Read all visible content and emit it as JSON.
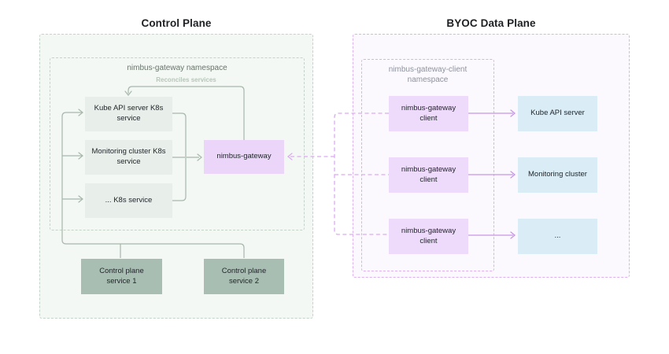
{
  "titles": {
    "control_plane": "Control Plane",
    "byoc_data_plane": "BYOC Data Plane"
  },
  "control_plane": {
    "namespace_label": "nimbus-gateway namespace",
    "reconciles_label": "Reconciles services",
    "nodes": {
      "kube_api_service": "Kube API server K8s\nservice",
      "monitoring_service": "Monitoring cluster K8s\nservice",
      "other_service": "... K8s service",
      "nimbus_gateway": "nimbus-gateway",
      "cp_service_1": "Control plane\nservice 1",
      "cp_service_2": "Control plane\nservice 2"
    }
  },
  "byoc_data_plane": {
    "namespace_label": "nimbus-gateway-client\nnamespace",
    "nodes": {
      "client_1": "nimbus-gateway\nclient",
      "client_2": "nimbus-gateway\nclient",
      "client_3": "nimbus-gateway\nclient",
      "kube_api_server": "Kube API server",
      "monitoring_cluster": "Monitoring cluster",
      "other": "..."
    }
  },
  "colors": {
    "control_line": "#a7b7ac",
    "byoc_arrow": "#c895e8",
    "byoc_dashed_link": "#dcabf0",
    "control_border": "#c5d3c9",
    "byoc_border": "#ddb0f0",
    "node_green": "#e8efea",
    "node_sage": "#a9beb2",
    "node_purple": "#ebd6f9",
    "node_client": "#eedafa",
    "node_blue": "#daedf7"
  }
}
